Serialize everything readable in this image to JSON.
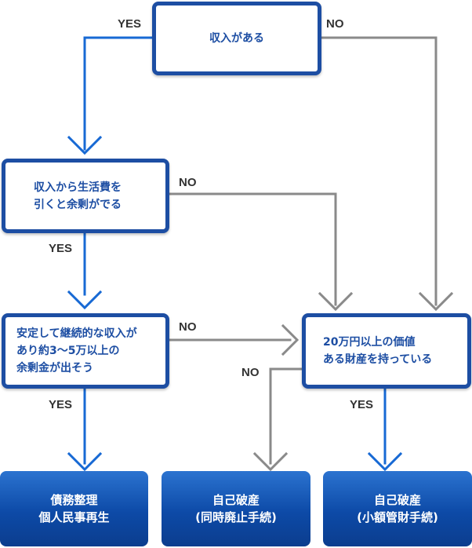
{
  "colors": {
    "primary": "#1d4ea3",
    "yes_line": "#1769d4",
    "no_line": "#8a8a8a",
    "result_fill": "#0d4aa7"
  },
  "nodes": {
    "income": "収入がある",
    "surplus": "収入から生活費を\n引くと余剰がでる",
    "stable": "安定して継続的な収入が\nあり約3～5万以上の\n余剰金が出そう",
    "assets": "20万円以上の価値\nある財産を持っている"
  },
  "results": {
    "debt": "債務整理\n個人民事再生",
    "bankruptcy_simple": "自己破産\n(同時廃止手続)",
    "bankruptcy_small": "自己破産\n(小額管財手続)"
  },
  "labels": {
    "yes": "YES",
    "no": "NO"
  }
}
